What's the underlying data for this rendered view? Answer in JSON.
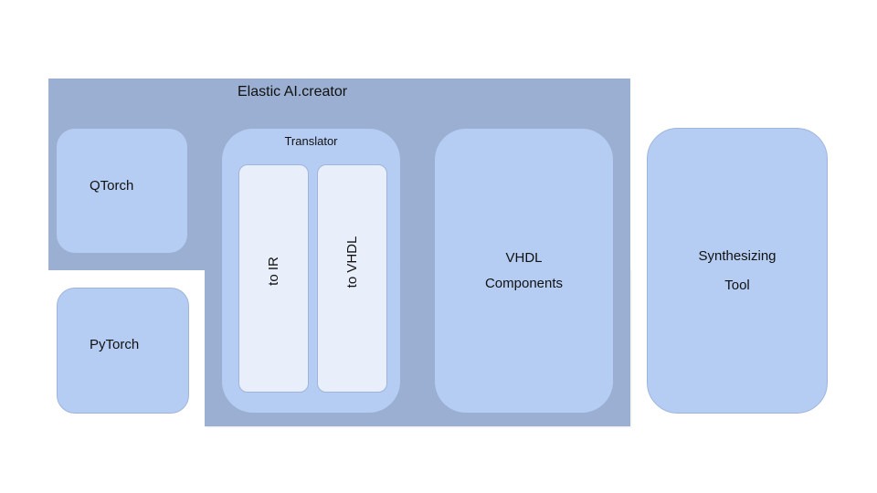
{
  "diagram": {
    "container": {
      "title": "Elastic AI.creator",
      "color": "#9aafd1"
    },
    "nodes": {
      "qtorch": {
        "label": "QTorch"
      },
      "pytorch": {
        "label": "PyTorch"
      },
      "translator": {
        "label": "Translator",
        "children": [
          {
            "label": "to IR"
          },
          {
            "label": "to VHDL"
          }
        ]
      },
      "vhdl_components": {
        "lines": [
          "VHDL",
          "Components"
        ]
      },
      "synthesizing_tool": {
        "lines": [
          "Synthesizing",
          "Tool"
        ]
      }
    },
    "colors": {
      "node_fill": "#b6cdf3",
      "subnode_fill": "#e8effb",
      "border": "#9fb4db"
    }
  }
}
